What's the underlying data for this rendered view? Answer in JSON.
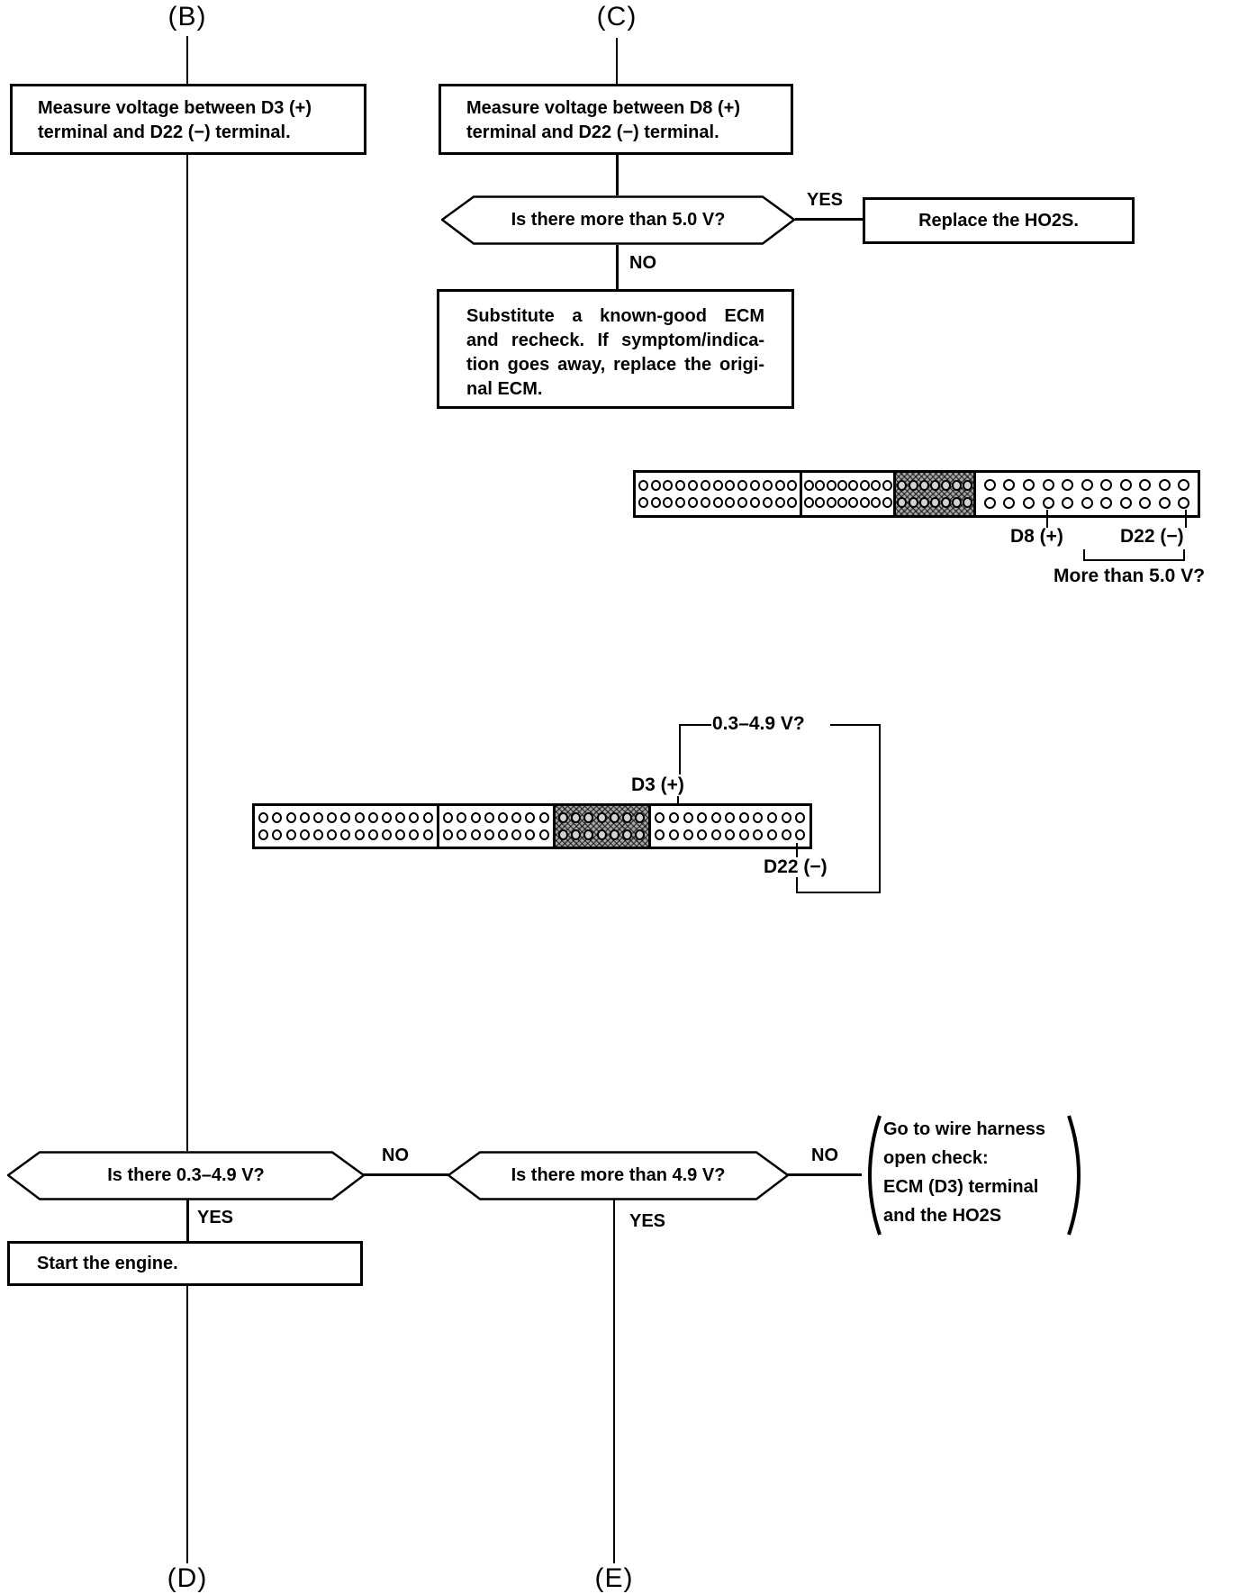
{
  "refs": {
    "b": "(B)",
    "c": "(C)",
    "d": "(D)",
    "e": "(E)"
  },
  "boxes": {
    "measure_d3": {
      "line1": "Measure voltage between D3 (+)",
      "line2": "terminal and D22 (−) terminal."
    },
    "measure_d8": {
      "line1": "Measure voltage between D8 (+)",
      "line2": "terminal and D22 (−) terminal."
    },
    "replace_ho2s": {
      "label": "Replace the HO2S."
    },
    "substitute_ecm": {
      "line1": "Substitute a known-good ECM",
      "line2": "and recheck. If symptom/indica-",
      "line3": "tion goes away, replace the origi-",
      "line4": "nal ECM."
    },
    "start_engine": {
      "label": "Start the engine."
    }
  },
  "decisions": {
    "more_than_5v": {
      "label": "Is there more than 5.0 V?",
      "yes": "YES",
      "no": "NO"
    },
    "range_03_49": {
      "label": "Is there 0.3–4.9 V?",
      "yes": "YES",
      "no": "NO"
    },
    "more_than_49": {
      "label": "Is there more than 4.9 V?",
      "yes": "YES",
      "no": "NO"
    }
  },
  "note": {
    "line1": "Go to wire harness",
    "line2": "open check:",
    "line3": "ECM (D3) terminal",
    "line4": "and the HO2S"
  },
  "diagrams": {
    "top": {
      "d8_label": "D8 (+)",
      "d22_label": "D22 (−)",
      "question": "More than 5.0 V?",
      "sections": [
        {
          "pins_per_row": 13,
          "shaded": false
        },
        {
          "pins_per_row": 8,
          "shaded": false
        },
        {
          "pins_per_row": 7,
          "shaded": true
        },
        {
          "pins_per_row": 11,
          "shaded": false
        }
      ]
    },
    "middle": {
      "d3_label": "D3 (+)",
      "d22_label": "D22 (−)",
      "question": "0.3–4.9 V?",
      "sections": [
        {
          "pins_per_row": 13,
          "shaded": false
        },
        {
          "pins_per_row": 8,
          "shaded": false
        },
        {
          "pins_per_row": 7,
          "shaded": true
        },
        {
          "pins_per_row": 11,
          "shaded": false
        }
      ]
    }
  }
}
